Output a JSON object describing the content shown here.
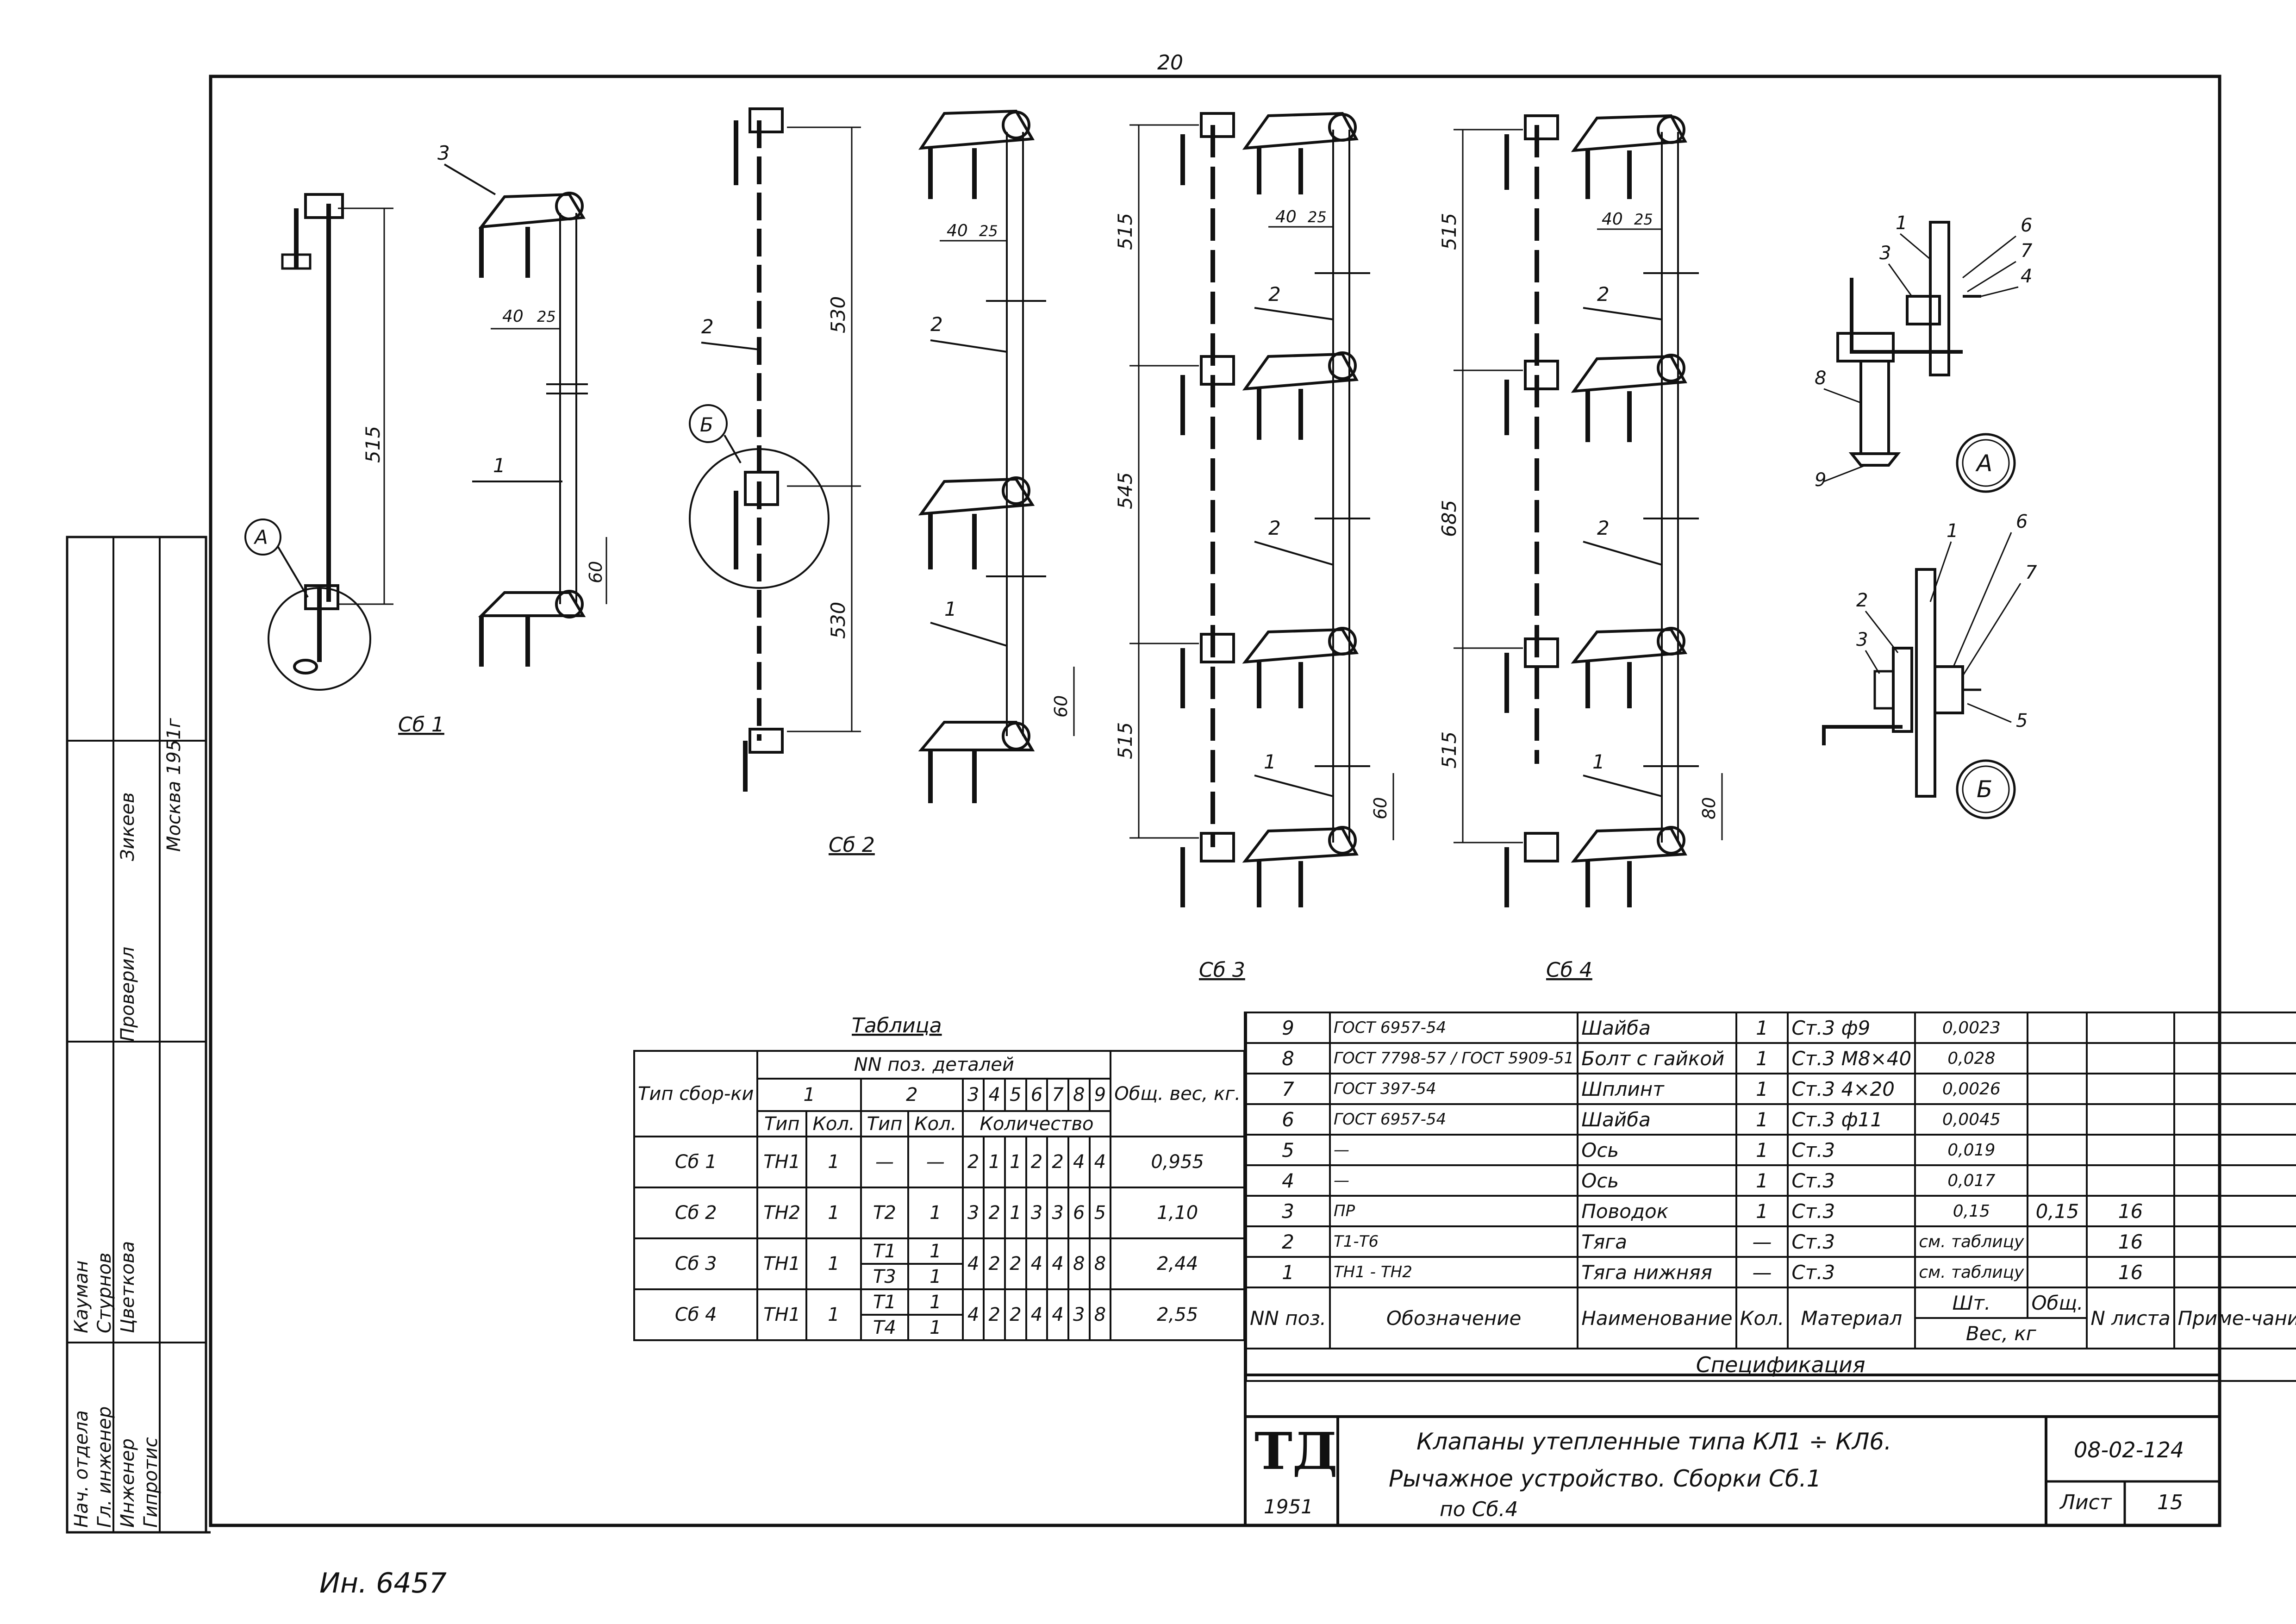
{
  "sheet_top_number": "20",
  "inventory_number": "Ин. 6457",
  "assemblies": [
    {
      "label": "Сб 1",
      "dims": [
        "515",
        "40",
        "25",
        "60"
      ],
      "positions": [
        "3",
        "1"
      ],
      "callout": "А"
    },
    {
      "label": "Сб 2",
      "dims": [
        "530",
        "530",
        "40",
        "25",
        "60"
      ],
      "positions": [
        "2",
        "1"
      ],
      "callout": "Б"
    },
    {
      "label": "Сб 3",
      "dims": [
        "515",
        "545",
        "515",
        "40",
        "25",
        "60"
      ],
      "positions": [
        "2",
        "2",
        "1"
      ]
    },
    {
      "label": "Сб 4",
      "dims": [
        "515",
        "685",
        "515",
        "40",
        "25",
        "80"
      ],
      "positions": [
        "2",
        "2",
        "1"
      ]
    }
  ],
  "detail_a": {
    "label": "А",
    "positions": [
      "1",
      "3",
      "6",
      "7",
      "4",
      "8",
      "9"
    ]
  },
  "detail_b": {
    "label": "Б",
    "positions": [
      "1",
      "6",
      "7",
      "2",
      "3",
      "5"
    ]
  },
  "table_title": "Таблица",
  "table": {
    "head_type": "Тип сбор-ки",
    "head_positions": "NN поз. деталей",
    "head_weight": "Общ. вес, кг.",
    "col_numbers": [
      "1",
      "2",
      "3",
      "4",
      "5",
      "6",
      "7",
      "8",
      "9"
    ],
    "sub_tip": "Тип",
    "sub_kol": "Кол.",
    "sub_qty": "Количество",
    "rows": [
      {
        "type": "Сб 1",
        "t1": "ТН1",
        "k1": "1",
        "t2": "—",
        "k2": "—",
        "q": [
          "2",
          "1",
          "1",
          "2",
          "2",
          "4",
          "4"
        ],
        "w": "0,955"
      },
      {
        "type": "Сб 2",
        "t1": "ТН2",
        "k1": "1",
        "t2": "Т2",
        "k2": "1",
        "q": [
          "3",
          "2",
          "1",
          "3",
          "3",
          "6",
          "5"
        ],
        "w": "1,10"
      },
      {
        "type": "Сб 3",
        "t1": "ТН1",
        "k1": "1",
        "t2": "Т1",
        "k2": "1",
        "t2b": "Т3",
        "k2b": "1",
        "q": [
          "4",
          "2",
          "2",
          "4",
          "4",
          "8",
          "8"
        ],
        "w": "2,44"
      },
      {
        "type": "Сб 4",
        "t1": "ТН1",
        "k1": "1",
        "t2": "Т1",
        "k2": "1",
        "t2b": "Т4",
        "k2b": "1",
        "q": [
          "4",
          "2",
          "2",
          "4",
          "4",
          "3",
          "8"
        ],
        "w": "2,55"
      }
    ]
  },
  "spec": {
    "rows": [
      {
        "n": "9",
        "obz": "ГОСТ 6957-54",
        "name": "Шайба",
        "kol": "1",
        "mat": "Ст.3 ф9",
        "w1": "0,0023",
        "w2": "",
        "list": "",
        "note": ""
      },
      {
        "n": "8",
        "obz": "ГОСТ 7798-57 / ГОСТ 5909-51",
        "name": "Болт с гайкой",
        "kol": "1",
        "mat": "Ст.3 М8×40",
        "w1": "0,028",
        "w2": "",
        "list": "",
        "note": ""
      },
      {
        "n": "7",
        "obz": "ГОСТ 397-54",
        "name": "Шплинт",
        "kol": "1",
        "mat": "Ст.3 4×20",
        "w1": "0,0026",
        "w2": "",
        "list": "",
        "note": ""
      },
      {
        "n": "6",
        "obz": "ГОСТ 6957-54",
        "name": "Шайба",
        "kol": "1",
        "mat": "Ст.3 ф11",
        "w1": "0,0045",
        "w2": "",
        "list": "",
        "note": ""
      },
      {
        "n": "5",
        "obz": "—",
        "name": "Ось",
        "kol": "1",
        "mat": "Ст.3",
        "w1": "0,019",
        "w2": "",
        "list": "",
        "note": ""
      },
      {
        "n": "4",
        "obz": "—",
        "name": "Ось",
        "kol": "1",
        "mat": "Ст.3",
        "w1": "0,017",
        "w2": "",
        "list": "",
        "note": ""
      },
      {
        "n": "3",
        "obz": "ПР",
        "name": "Поводок",
        "kol": "1",
        "mat": "Ст.3",
        "w1": "0,15",
        "w2": "0,15",
        "list": "16",
        "note": ""
      },
      {
        "n": "2",
        "obz": "Т1-Т6",
        "name": "Тяга",
        "kol": "—",
        "mat": "Ст.3",
        "w1": "см. таблицу",
        "w2": "",
        "list": "16",
        "note": ""
      },
      {
        "n": "1",
        "obz": "ТН1 - ТН2",
        "name": "Тяга нижняя",
        "kol": "—",
        "mat": "Ст.3",
        "w1": "см. таблицу",
        "w2": "",
        "list": "16",
        "note": ""
      }
    ],
    "head": {
      "n": "NN поз.",
      "obz": "Обозначение",
      "name": "Наименование",
      "kol": "Кол.",
      "mat": "Материал",
      "sht": "Шт.",
      "obsh": "Общ.",
      "ves": "Вес, кг",
      "list": "N листа",
      "note": "Приме-чания"
    },
    "title": "Спецификация"
  },
  "stamp": {
    "logo": "ТД",
    "year": "1951",
    "title_line1": "Клапаны утепленные типа КЛ1 ÷ КЛ6.",
    "title_line2": "Рычажное устройство. Сборки Сб.1",
    "title_line3": "по Сб.4",
    "code": "08-02-124",
    "sheet_label": "Лист",
    "sheet_no": "15"
  },
  "sidebar": {
    "roles": [
      "Нач. отдела",
      "Гл. инженер",
      "Инженер"
    ],
    "names": [
      "Кауман",
      "Стурнов",
      "Цветкова"
    ],
    "check_label": "Проверил",
    "check_name": "Зикеев",
    "org": "Гипротис",
    "city_year": "Москва 1951г"
  }
}
